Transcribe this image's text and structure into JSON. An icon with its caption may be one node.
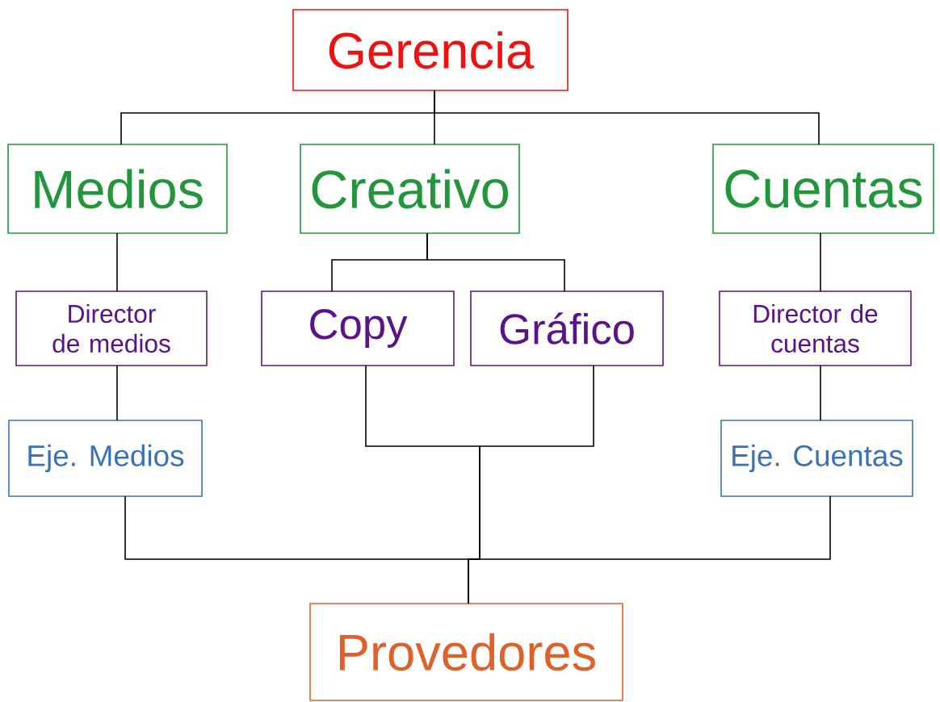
{
  "diagram": {
    "nodes": [
      {
        "text": [
          "Gerencia"
        ]
      },
      {
        "text": [
          "Medios"
        ]
      },
      {
        "text": [
          "Creativo"
        ]
      },
      {
        "text": [
          "Cuentas"
        ]
      },
      {
        "text": [
          "Director de medios"
        ]
      },
      {
        "text": [
          "Copy"
        ]
      },
      {
        "text": [
          "Gráfico"
        ]
      },
      {
        "text": [
          "Director de cuentas"
        ]
      },
      {
        "text": [
          "Eje. Medios"
        ]
      },
      {
        "text": [
          "Eje. Cuentas"
        ]
      },
      {
        "text": [
          "Provedores"
        ]
      }
    ],
    "edges": [
      {
        "from": 0,
        "to": 1,
        "arrow": "none"
      },
      {
        "from": 0,
        "to": 2,
        "arrow": "none"
      },
      {
        "from": 0,
        "to": 3,
        "arrow": "none"
      },
      {
        "from": 1,
        "to": 4,
        "arrow": "none"
      },
      {
        "from": 2,
        "to": 5,
        "arrow": "none"
      },
      {
        "from": 2,
        "to": 6,
        "arrow": "none"
      },
      {
        "from": 3,
        "to": 7,
        "arrow": "none"
      },
      {
        "from": 4,
        "to": 8,
        "arrow": "none"
      },
      {
        "from": 7,
        "to": 9,
        "arrow": "none"
      },
      {
        "from": 5,
        "to": 10,
        "arrow": "none"
      },
      {
        "from": 6,
        "to": 10,
        "arrow": "none"
      },
      {
        "from": 8,
        "to": 10,
        "arrow": "none"
      },
      {
        "from": 9,
        "to": 10,
        "arrow": "none"
      }
    ]
  }
}
